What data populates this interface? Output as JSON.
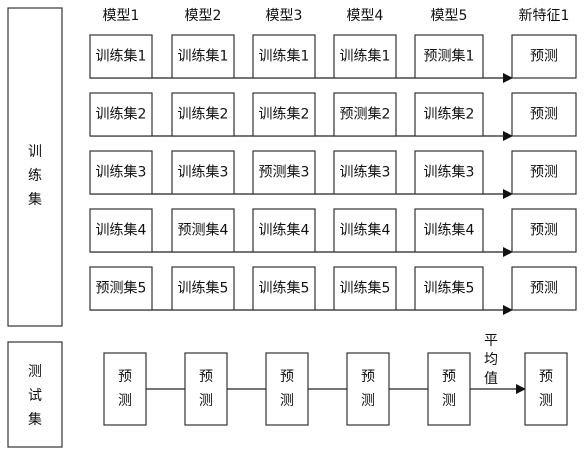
{
  "headers": [
    "模型1",
    "模型2",
    "模型3",
    "模型4",
    "模型5",
    "新特征1"
  ],
  "left_labels": {
    "train": [
      "训",
      "练",
      "集"
    ],
    "test": [
      "测",
      "试",
      "集"
    ]
  },
  "train_rows": [
    [
      "训练集1",
      "训练集1",
      "训练集1",
      "训练集1",
      "预测集1",
      "预测"
    ],
    [
      "训练集2",
      "训练集2",
      "训练集2",
      "预测集2",
      "训练集2",
      "预测"
    ],
    [
      "训练集3",
      "训练集3",
      "预测集3",
      "训练集3",
      "训练集3",
      "预测"
    ],
    [
      "训练集4",
      "预测集4",
      "训练集4",
      "训练集4",
      "训练集4",
      "预测"
    ],
    [
      "预测集5",
      "训练集5",
      "训练集5",
      "训练集5",
      "训练集5",
      "预测"
    ]
  ],
  "test_row": [
    [
      "预",
      "测"
    ],
    [
      "预",
      "测"
    ],
    [
      "预",
      "测"
    ],
    [
      "预",
      "测"
    ],
    [
      "预",
      "测"
    ],
    [
      "预",
      "测"
    ]
  ],
  "average_label": [
    "平",
    "均",
    "值"
  ]
}
